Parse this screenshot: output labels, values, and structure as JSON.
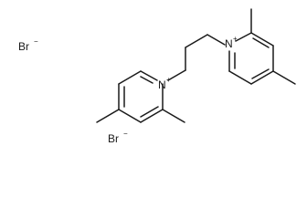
{
  "molecule": {
    "counterions": [
      {
        "element": "Br",
        "charge": "−"
      },
      {
        "element": "Br",
        "charge": "−"
      }
    ],
    "ring_atoms": [
      {
        "element": "N",
        "charge": "+"
      },
      {
        "element": "N",
        "charge": "+"
      }
    ]
  }
}
